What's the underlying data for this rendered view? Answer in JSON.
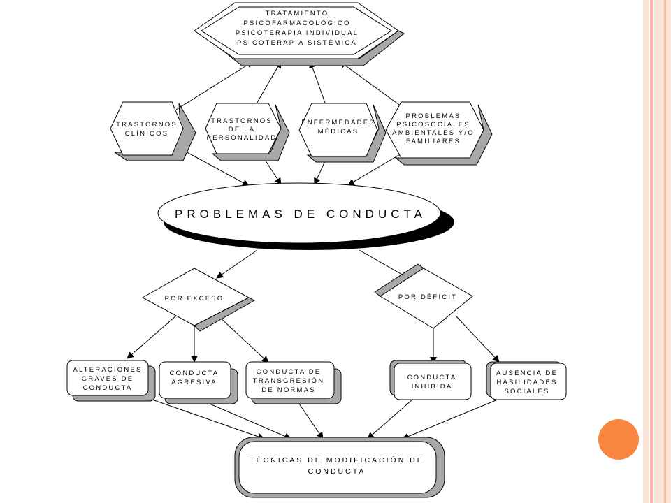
{
  "colors": {
    "accent_circle": "#F7873E",
    "stripe_light": "#FCE3D8",
    "stripe_mid": "#F7B9A3",
    "shape_fill": "#FFFFFF",
    "shape_shadow": "#A8A8A8",
    "ellipse_shadow": "#000000"
  },
  "nodes": {
    "tratamiento": [
      "TRATAMIENTO",
      "PSICOFARMACOLÓGICO",
      "PSICOTERAPIA INDIVIDUAL",
      "PSICOTERAPIA SISTÉMICA"
    ],
    "trastornos_clinicos": [
      "TRASTORNOS",
      "CLÍNICOS"
    ],
    "trastornos_personalidad": [
      "TRASTORNOS",
      "DE LA",
      "PERSONALIDAD"
    ],
    "enfermedades_medicas": [
      "ENFERMEDADES",
      "MÉDICAS"
    ],
    "problemas_psicosociales": [
      "PROBLEMAS",
      "PSICOSOCIALES",
      "AMBIENTALES Y/O",
      "FAMILIARES"
    ],
    "problemas_conducta": [
      "PROBLEMAS DE CONDUCTA"
    ],
    "por_exceso": [
      "POR EXCESO"
    ],
    "por_deficit": [
      "POR DÉFICIT"
    ],
    "alteraciones_graves": [
      "ALTERACIONES",
      "GRAVES DE",
      "CONDUCTA"
    ],
    "conducta_agresiva": [
      "CONDUCTA",
      "AGRESIVA"
    ],
    "conducta_transgresion": [
      "CONDUCTA DE",
      "TRANSGRESIÓN",
      "DE NORMAS"
    ],
    "conducta_inhibida": [
      "CONDUCTA",
      "INHIBIDA"
    ],
    "ausencia_habilidades": [
      "AUSENCIA DE",
      "HABILIDADES",
      "SOCIALES"
    ],
    "tecnicas": [
      "TÉCNICAS DE MODIFICACIÓN DE",
      "CONDUCTA"
    ]
  }
}
